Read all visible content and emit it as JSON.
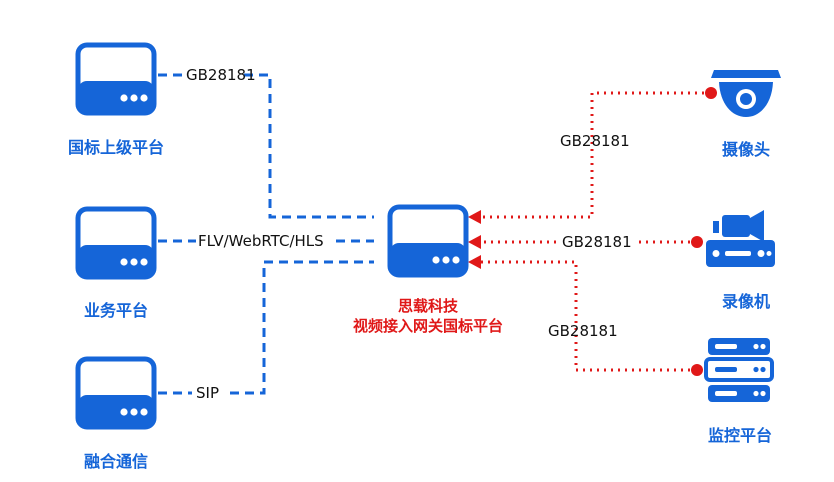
{
  "colors": {
    "blue": "#1565d8",
    "red": "#e01818",
    "text": "#111111"
  },
  "left_nodes": [
    {
      "name": "国标上级平台",
      "link_label": "GB28181",
      "icon": "server-box-icon"
    },
    {
      "name": "业务平台",
      "link_label": "FLV/WebRTC/HLS",
      "icon": "server-box-icon"
    },
    {
      "name": "融合通信",
      "link_label": "SIP",
      "icon": "server-box-icon"
    }
  ],
  "gateway": {
    "line1": "思载科技",
    "line2": "视频接入网关国标平台",
    "icon": "server-box-icon"
  },
  "right_nodes": [
    {
      "name": "摄像头",
      "link_label": "GB28181",
      "icon": "dome-camera-icon"
    },
    {
      "name": "录像机",
      "link_label": "GB28181",
      "icon": "video-recorder-icon"
    },
    {
      "name": "监控平台",
      "link_label": "GB28181",
      "icon": "server-rack-icon"
    }
  ]
}
